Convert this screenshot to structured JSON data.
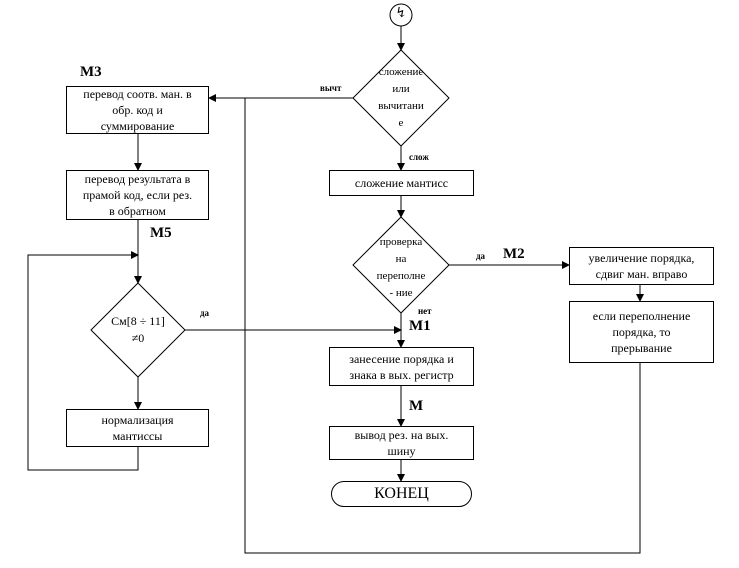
{
  "blocks": {
    "start_symbol": "↯",
    "add_sub_decision": [
      "сложение",
      "или",
      "вычитани",
      "е"
    ],
    "add_mantissas": "сложение мантисс",
    "overflow_check": [
      "проверка",
      "на",
      "переполне",
      "- ние"
    ],
    "increase_order": [
      "увеличение порядка,",
      "сдвиг ман. вправо"
    ],
    "overflow_interrupt": [
      "если переполнение",
      "порядка, то",
      "прерывание"
    ],
    "store_order_sign": [
      "занесение порядка и",
      "знака в вых. регистр"
    ],
    "output_result": [
      "вывод рез. на вых.",
      "шину"
    ],
    "end": "КОНЕЦ",
    "convert_sum": [
      "перевод соотв. ман. в",
      "обр. код и",
      "суммирование"
    ],
    "convert_direct": [
      "перевод результата в",
      "прамой код, если рез.",
      "в обратном"
    ],
    "cm_check": [
      "См[8 ÷ 11]",
      "≠0"
    ],
    "normalize": [
      "нормализация",
      "мантиссы"
    ]
  },
  "marks": {
    "m3": "М3",
    "m5": "М5",
    "m2": "М2",
    "m1": "М1",
    "m": "М"
  },
  "branches": {
    "vych": "вычт",
    "slozh": "слож",
    "da_overflow": "да",
    "net": "нет",
    "da_cm": "да"
  }
}
